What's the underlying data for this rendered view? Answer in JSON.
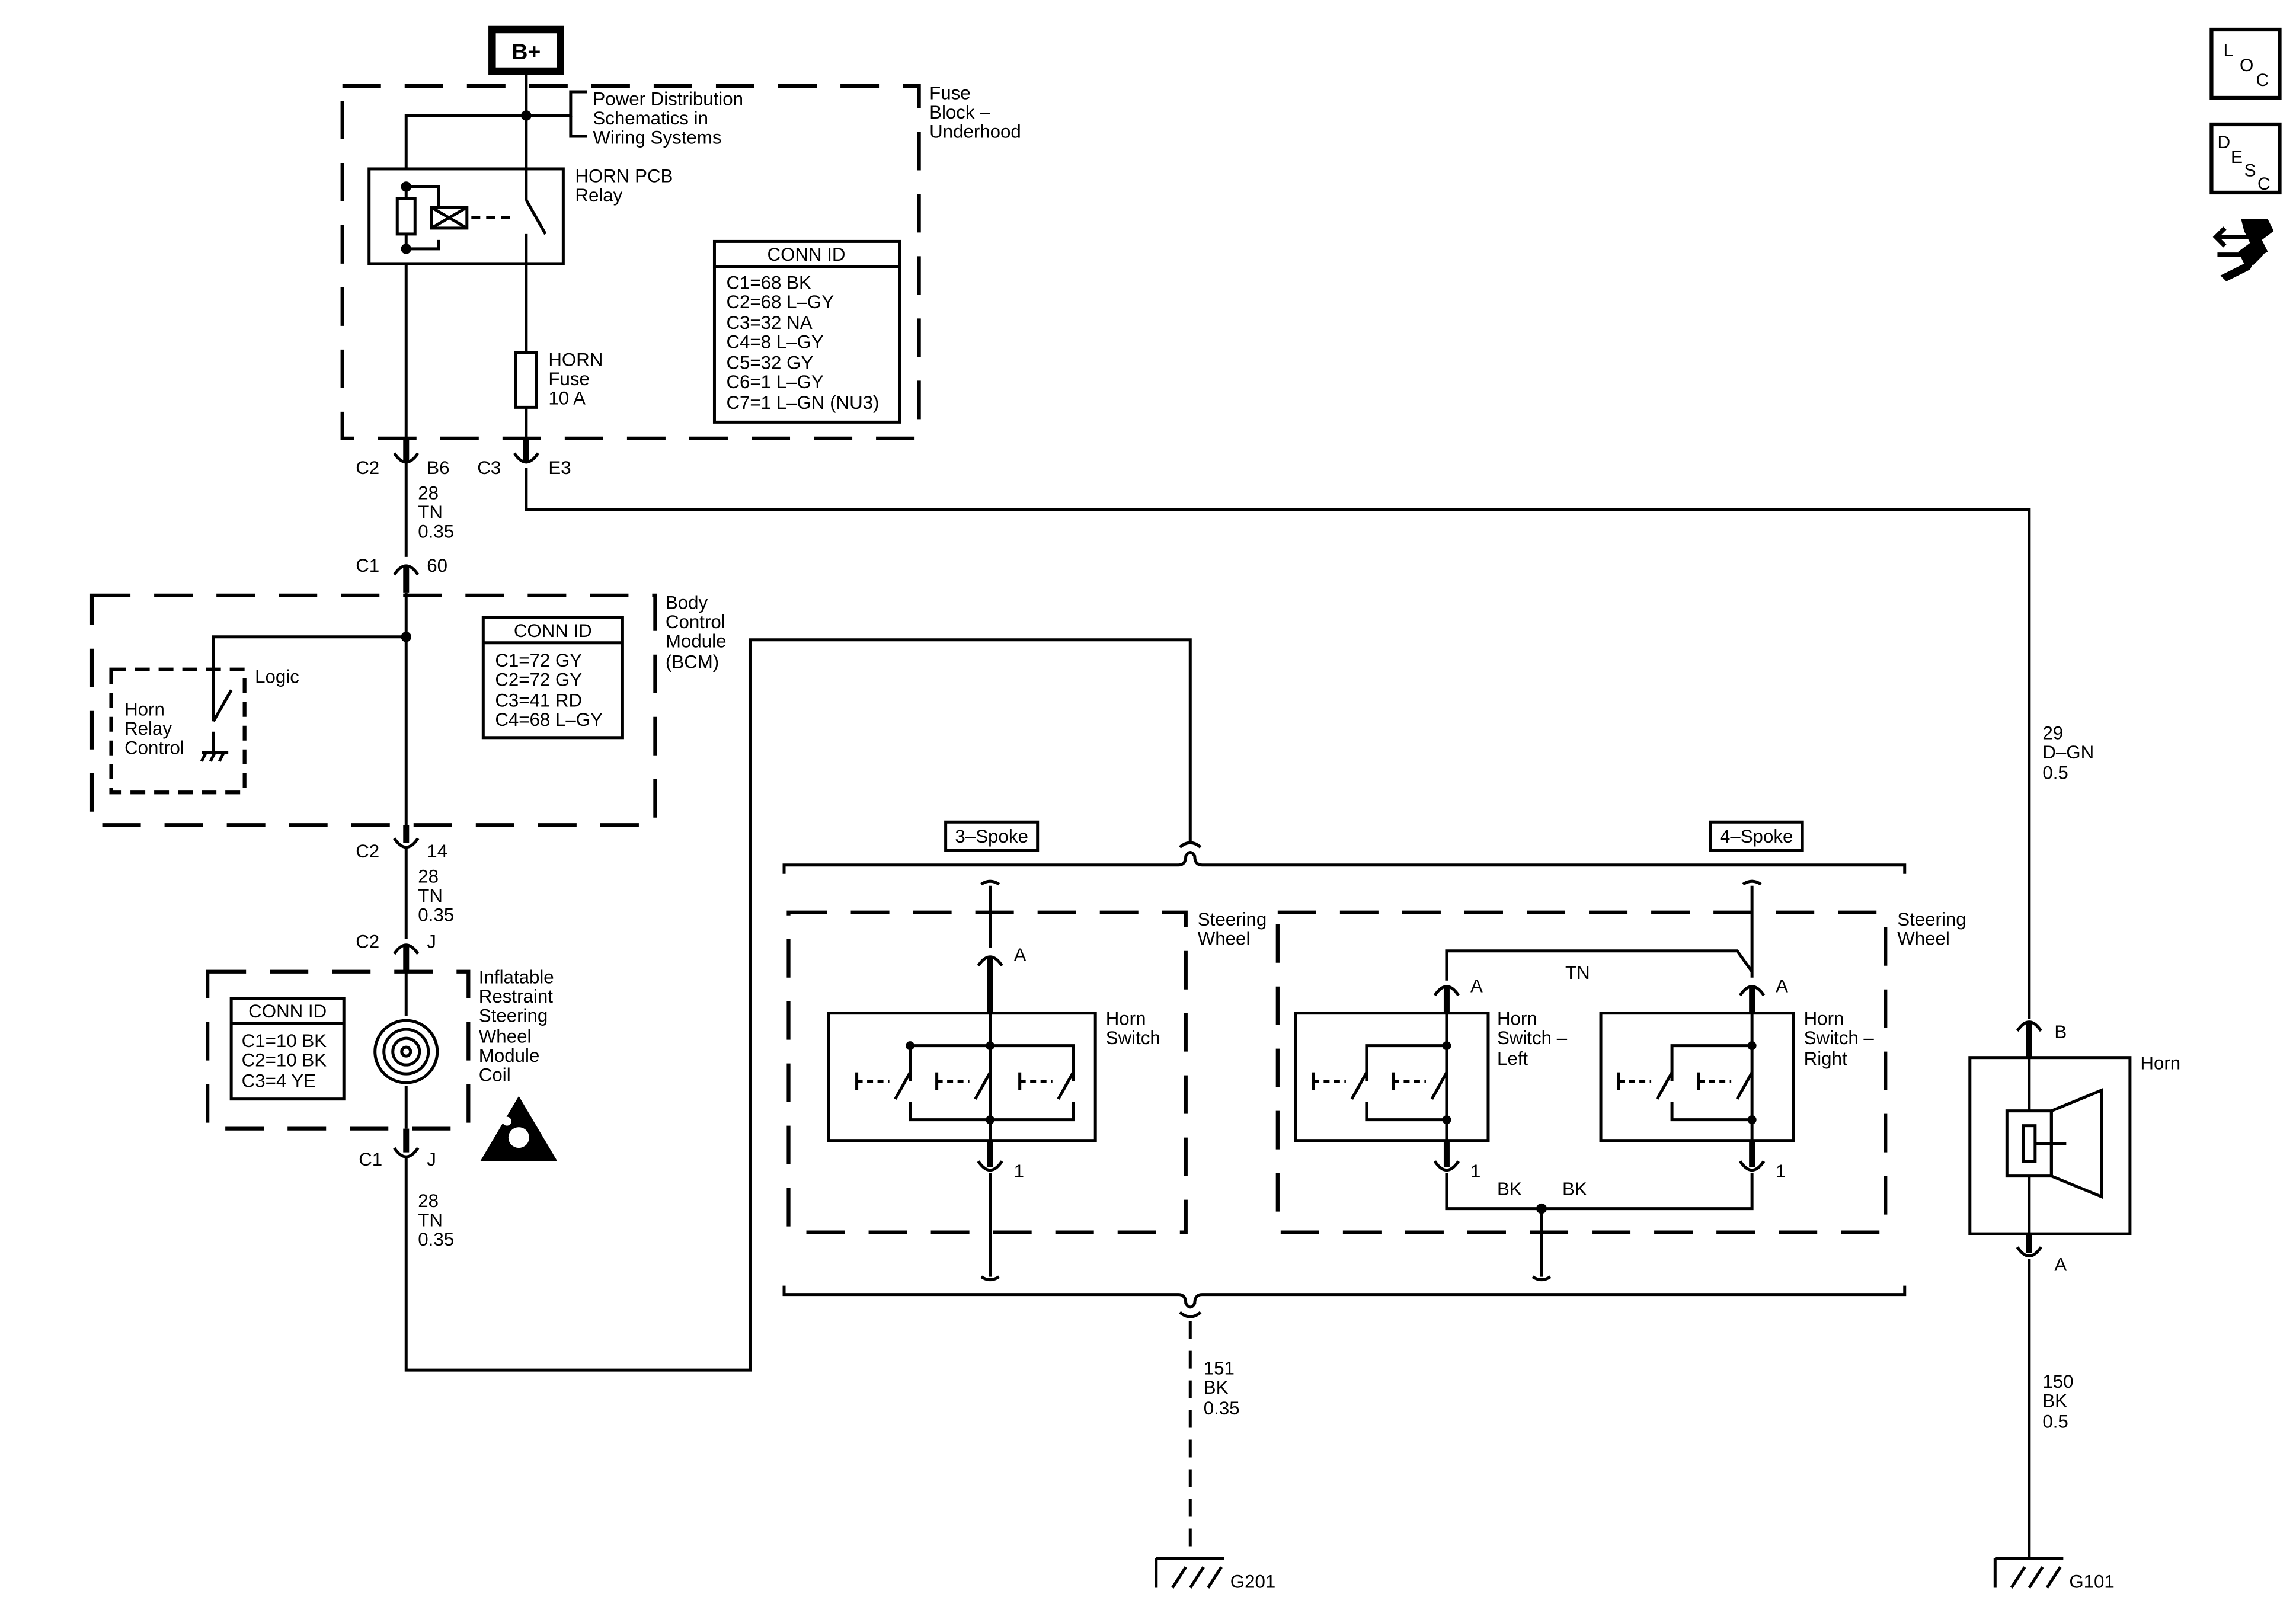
{
  "power": {
    "label": "B+"
  },
  "fuse_block": {
    "name": "Fuse Block - Underhood",
    "name_lines": [
      "Fuse",
      "Block –",
      "Underhood"
    ],
    "power_dist_lines": [
      "Power Distribution",
      "Schematics in",
      "Wiring Systems"
    ],
    "relay_lines": [
      "HORN PCB",
      "Relay"
    ],
    "fuse_lines": [
      "HORN",
      "Fuse",
      "10 A"
    ],
    "conn_title": "CONN ID",
    "conn": [
      "C1=68 BK",
      "C2=68 L–GY",
      "C3=32 NA",
      "C4=8 L–GY",
      "C5=32 GY",
      "C6=1 L–GY",
      "C7=1 L–GN (NU3)"
    ]
  },
  "connectors": {
    "c2_b6": {
      "conn": "C2",
      "pin": "B6"
    },
    "c3_e3": {
      "conn": "C3",
      "pin": "E3"
    },
    "c1_60": {
      "conn": "C1",
      "pin": "60"
    },
    "c2_14": {
      "conn": "C2",
      "pin": "14"
    },
    "c2_j": {
      "conn": "C2",
      "pin": "J"
    },
    "c1_j": {
      "conn": "C1",
      "pin": "J"
    },
    "horn_b": "B",
    "horn_a": "A",
    "sw3_a": "A",
    "sw3_1": "1",
    "swl_a": "A",
    "swl_1": "1",
    "swr_a": "A",
    "swr_1": "1"
  },
  "wires": {
    "w1": [
      "28",
      "TN",
      "0.35"
    ],
    "w2": [
      "28",
      "TN",
      "0.35"
    ],
    "w3": [
      "28",
      "TN",
      "0.35"
    ],
    "horn_feed": [
      "29",
      "D–GN",
      "0.5"
    ],
    "ground_151": [
      "151",
      "BK",
      "0.35"
    ],
    "ground_150": [
      "150",
      "BK",
      "0.5"
    ],
    "tn": "TN",
    "bk_left": "BK",
    "bk_right": "BK"
  },
  "bcm": {
    "name_lines": [
      "Body",
      "Control",
      "Module",
      "(BCM)"
    ],
    "logic": "Logic",
    "relay_ctrl_lines": [
      "Horn",
      "Relay",
      "Control"
    ],
    "conn_title": "CONN ID",
    "conn": [
      "C1=72 GY",
      "C2=72 GY",
      "C3=41 RD",
      "C4=68 L–GY"
    ]
  },
  "coil": {
    "name_lines": [
      "Inflatable",
      "Restraint",
      "Steering",
      "Wheel",
      "Module",
      "Coil"
    ],
    "conn_title": "CONN ID",
    "conn": [
      "C1=10 BK",
      "C2=10 BK",
      "C3=4 YE"
    ]
  },
  "steering": {
    "option_3": "3–Spoke",
    "option_4": "4–Spoke",
    "wheel_label_left": [
      "Steering",
      "Wheel"
    ],
    "wheel_label_right": [
      "Steering",
      "Wheel"
    ],
    "horn_switch": [
      "Horn",
      "Switch"
    ],
    "horn_switch_left": [
      "Horn",
      "Switch –",
      "Left"
    ],
    "horn_switch_right": [
      "Horn",
      "Switch –",
      "Right"
    ]
  },
  "horn": {
    "label": "Horn"
  },
  "grounds": {
    "g201": "G201",
    "g101": "G101"
  },
  "side_icons": {
    "loc": [
      "L",
      "O",
      "C"
    ],
    "desc": [
      "D",
      "E",
      "S",
      "C"
    ],
    "icons": [
      "loc-icon",
      "desc-icon",
      "troubleshoot-icon"
    ]
  }
}
